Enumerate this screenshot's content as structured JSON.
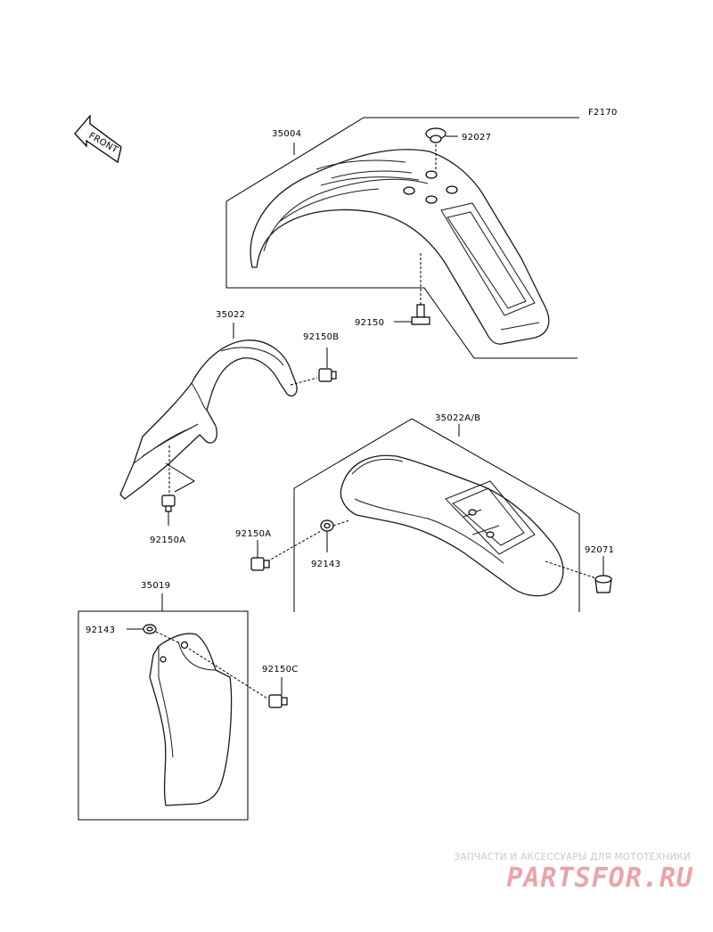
{
  "figure_code": "F2170",
  "direction_marker": "FRONT",
  "parts": {
    "front_fender": "35004",
    "front_fender_bolt": "92150",
    "front_fender_cap": "92027",
    "rear_fender_front": "35022",
    "rear_fender_front_bolt_b": "92150B",
    "rear_fender_front_bolt_a": "92150A",
    "rear_fender": "35022A/B",
    "rear_fender_bolt_a": "92150A",
    "rear_fender_washer": "92143",
    "rear_fender_grommet": "92071",
    "mud_flap": "35019",
    "mud_flap_washer": "92143",
    "mud_flap_bolt": "92150C"
  },
  "watermark": {
    "tagline": "ЗАПЧАСТИ И АКСЕССУАРЫ ДЛЯ МОТОТЕХНИКИ",
    "logo": "PARTSFOR.RU"
  }
}
